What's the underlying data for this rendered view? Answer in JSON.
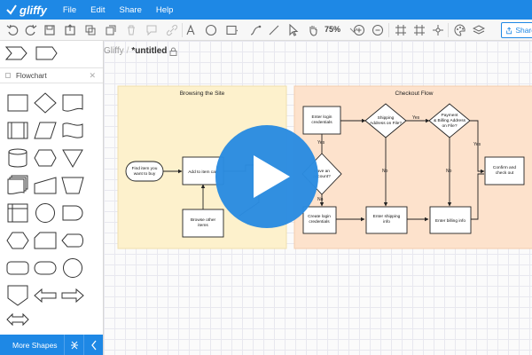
{
  "app": {
    "logo_text": "gliffy",
    "menu": [
      "File",
      "Edit",
      "Share",
      "Help"
    ]
  },
  "toolbar": {
    "zoom_label": "75%",
    "share_label": "Share",
    "icons": [
      "undo-icon",
      "redo-icon",
      "save-icon",
      "export-icon",
      "copy-icon",
      "duplicate-icon",
      "delete-icon",
      "comment-icon",
      "link-icon",
      "text-icon",
      "ellipse-icon",
      "rectangle-icon",
      "connector-icon",
      "select-icon",
      "hand-icon",
      "zoom-in-icon",
      "zoom-out-icon",
      "grid-icon",
      "snap-icon",
      "guides-icon",
      "theme-icon",
      "layers-icon"
    ]
  },
  "left_panel": {
    "section_title": "Flowchart",
    "more_shapes_label": "More Shapes"
  },
  "document": {
    "breadcrumb_root": "Gliffy",
    "breadcrumb_separator": "/",
    "title": "*untitled"
  },
  "diagram": {
    "swimlanes": [
      {
        "title": "Browsing the Site",
        "color": "#fdf1cc"
      },
      {
        "title": "Checkout Flow",
        "color": "#fde2cc"
      }
    ],
    "nodes": {
      "start": "Find item you want to buy",
      "add_to_cart": "Add to item cart",
      "browse_other": "Browse other items",
      "have_account": "Have an account?",
      "enter_login": "Enter login credentials",
      "create_login": "Create login credentials",
      "shipping_on_file": "Shipping Address on File?",
      "enter_shipping": "Enter shipping info",
      "payment_on_file": "Payment & Billing Address on File?",
      "enter_billing": "Enter billing info",
      "confirm_checkout": "Confirm and check out"
    },
    "edge_labels": {
      "yes": "Yes",
      "no": "No"
    }
  },
  "overlay": {
    "play_color": "#2a8be0"
  }
}
